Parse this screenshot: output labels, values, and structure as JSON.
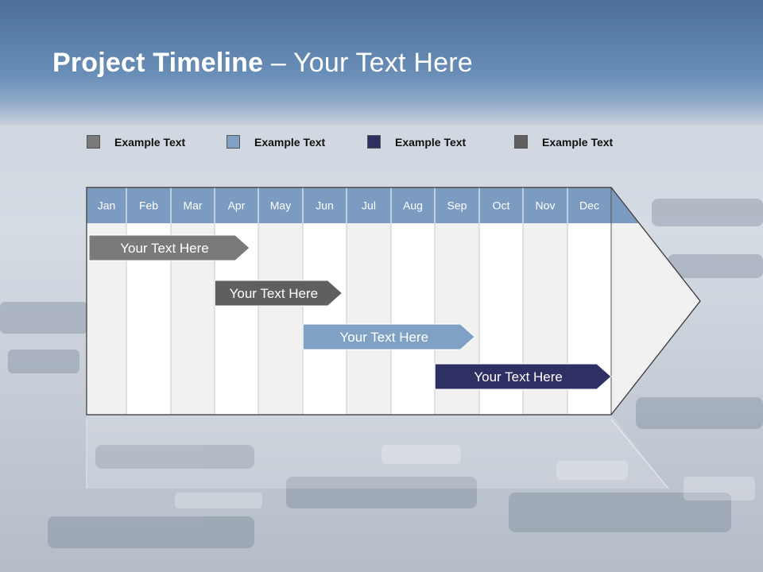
{
  "slide": {
    "title_bold": "Project Timeline",
    "title_rest": " – Your Text Here"
  },
  "legend": [
    {
      "label": "Example Text",
      "color": "#7a7a7a"
    },
    {
      "label": "Example Text",
      "color": "#7fa2c4"
    },
    {
      "label": "Example Text",
      "color": "#2e2f63"
    },
    {
      "label": "Example Text",
      "color": "#5f5f5f"
    }
  ],
  "timeline": {
    "months": [
      "Jan",
      "Feb",
      "Mar",
      "Apr",
      "May",
      "Jun",
      "Jul",
      "Aug",
      "Sep",
      "Oct",
      "Nov",
      "Dec"
    ],
    "header_color": "#7b9cc0",
    "tasks": [
      {
        "label": "Your  Text Here",
        "start_month": 0.0,
        "end_month": 3.8,
        "color": "#7a7a7a"
      },
      {
        "label": "Your  Text Here",
        "start_month": 2.95,
        "end_month": 5.9,
        "color": "#5f5f5f"
      },
      {
        "label": "Your  Text Here",
        "start_month": 4.95,
        "end_month": 8.9,
        "color": "#7fa2c4"
      },
      {
        "label": "Your  Text Here",
        "start_month": 7.95,
        "end_month": 12.0,
        "color": "#2e2f63"
      }
    ]
  }
}
